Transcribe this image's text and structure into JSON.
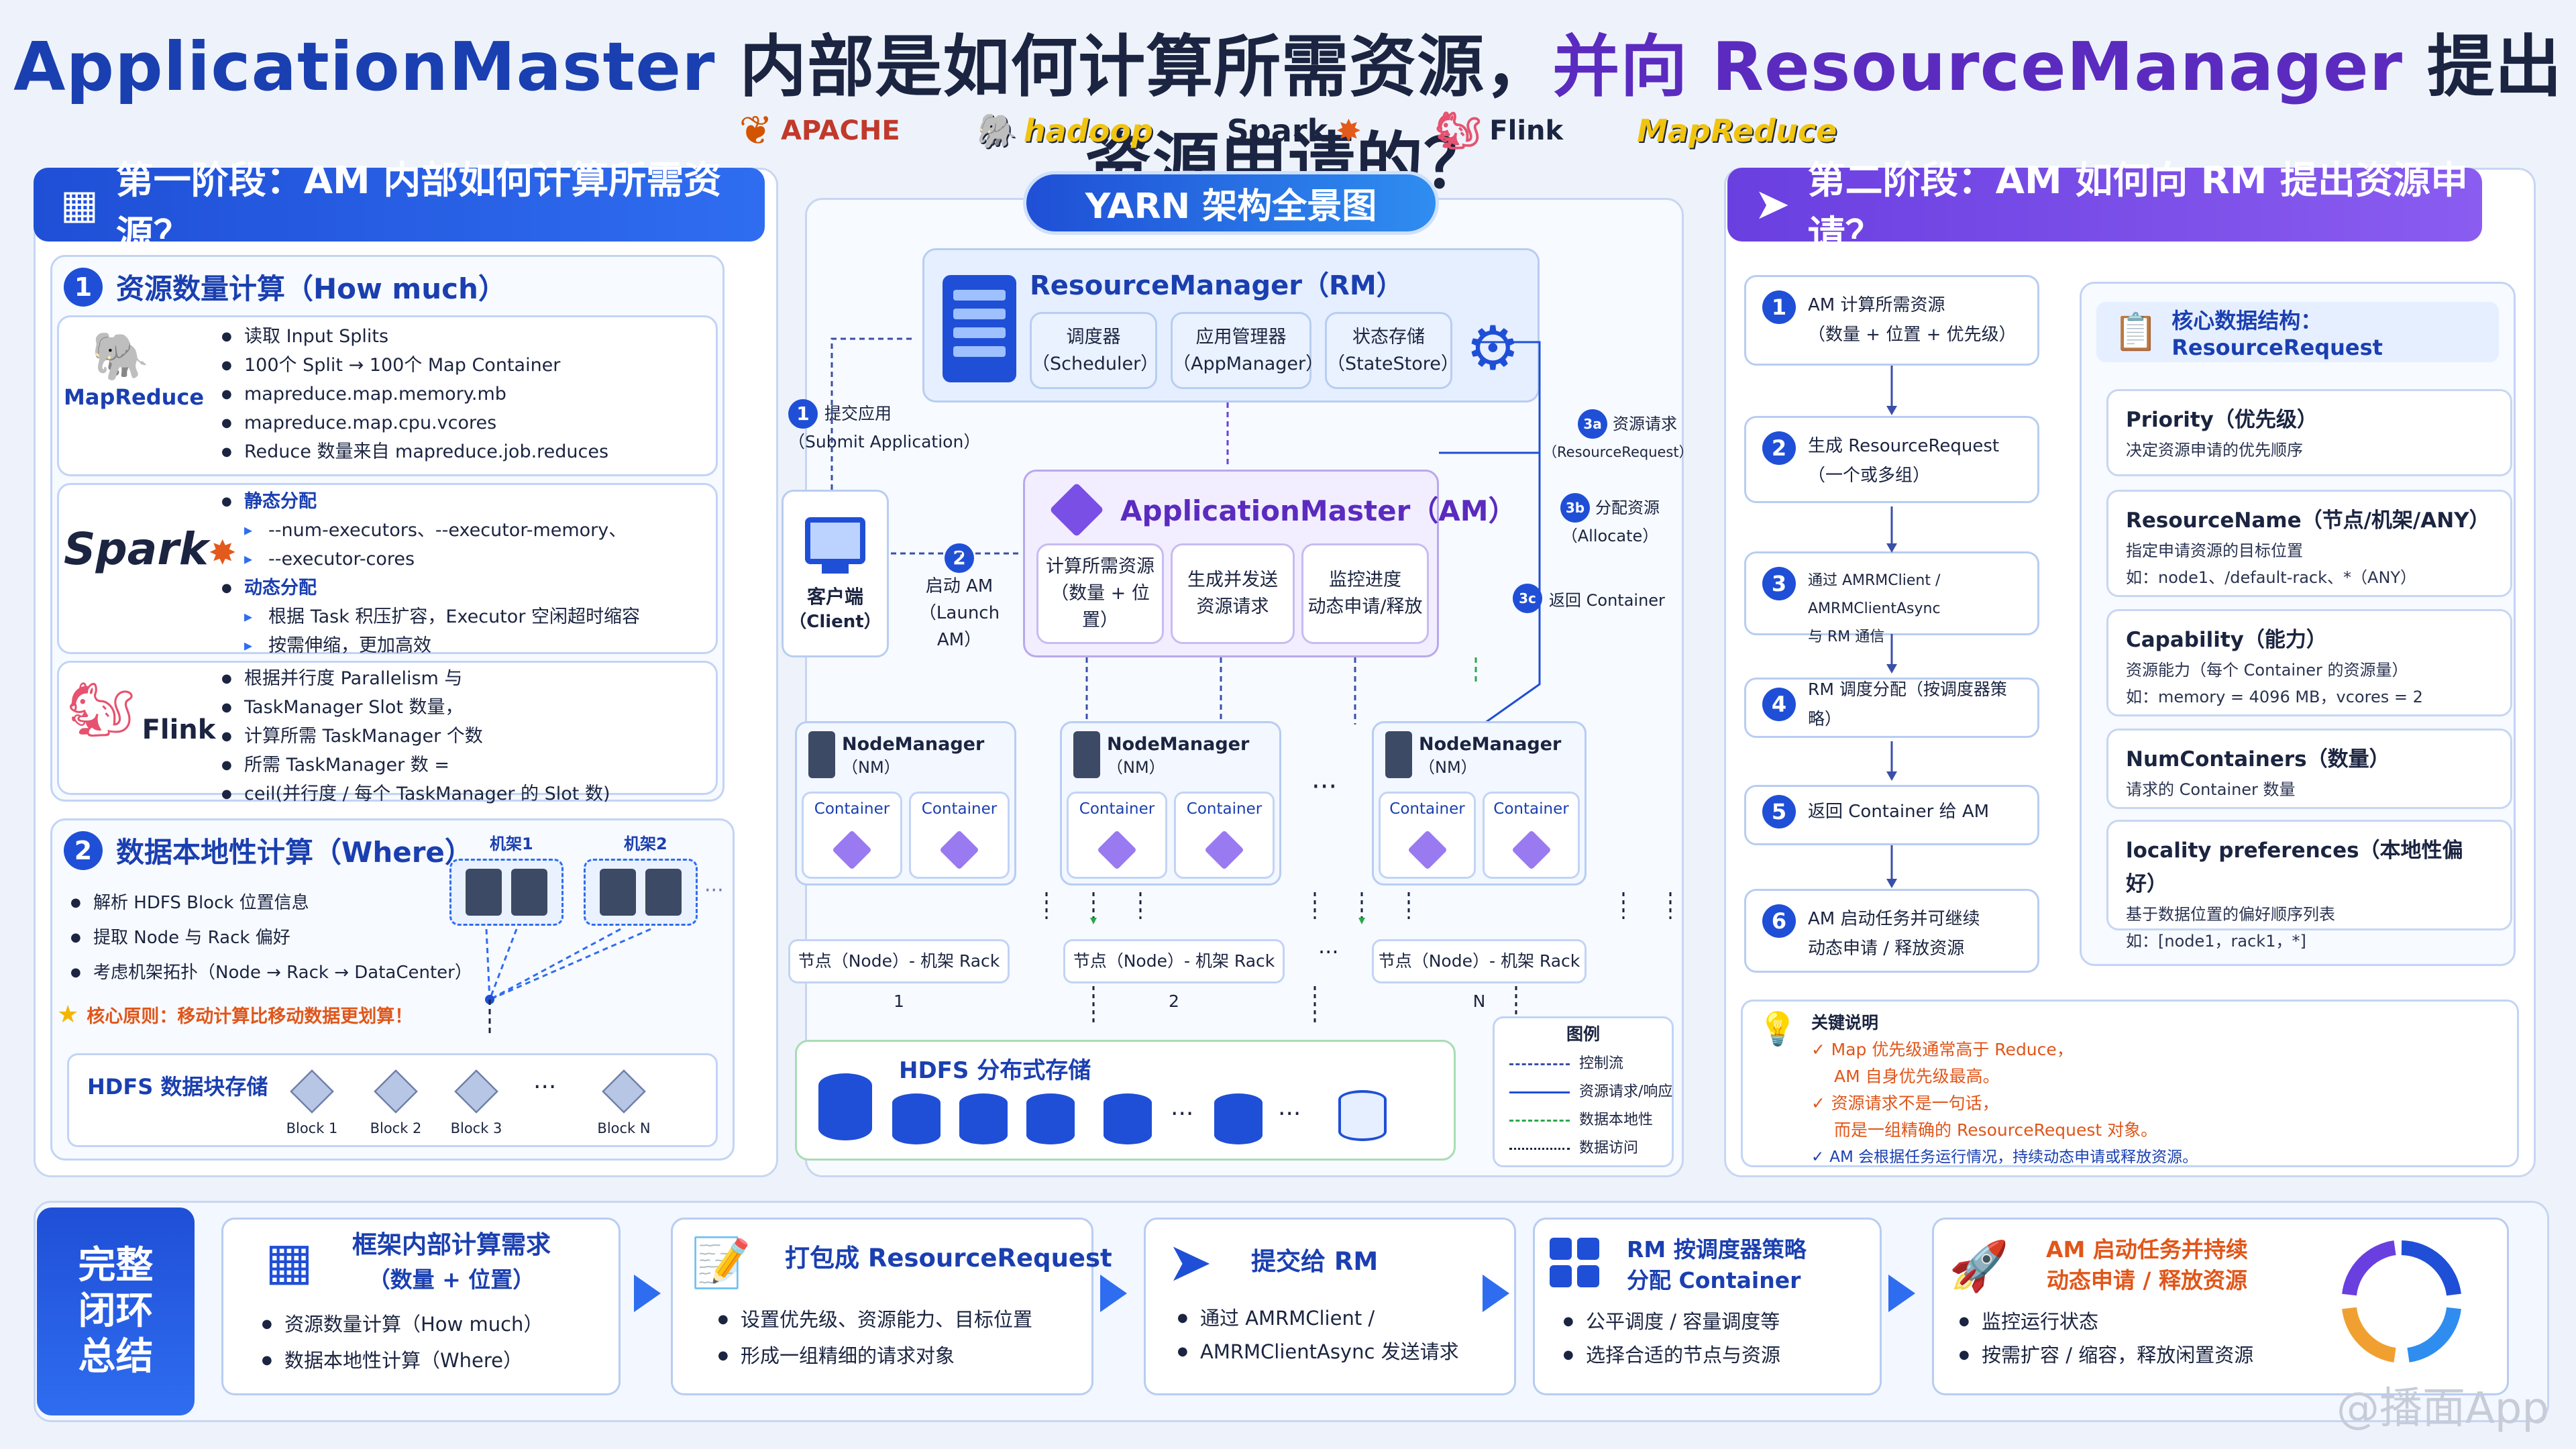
{
  "title": {
    "part1": "ApplicationMaster",
    "part2": " 内部是如何计算所需资源，",
    "part3": "并向 ResourceManager",
    "part4": " 提出资源申请的？"
  },
  "logos": [
    "APACHE",
    "hadoop",
    "Spark",
    "Flink",
    "MapReduce"
  ],
  "left": {
    "header": "第一阶段：AM 内部如何计算所需资源？",
    "s1": {
      "num": "1",
      "title": "资源数量计算（How much）",
      "mapreduce": {
        "label": "MapReduce",
        "items": [
          "读取 Input Splits",
          "100个 Split → 100个 Map Container",
          "mapreduce.map.memory.mb",
          "mapreduce.map.cpu.vcores",
          "Reduce 数量来自 mapreduce.job.reduces"
        ]
      },
      "spark": {
        "label": "Spark",
        "h1": "静态分配",
        "s1a": "--num-executors、--executor-memory、",
        "s1b": "--executor-cores",
        "h2": "动态分配",
        "s2a": "根据 Task 积压扩容，Executor 空闲超时缩容",
        "s2b": "按需伸缩，更加高效"
      },
      "flink": {
        "label": "Flink",
        "i1a": "根据并行度 Parallelism 与",
        "i1b": "TaskManager Slot 数量，",
        "i1c": "计算所需 TaskManager 个数",
        "i2a": "所需 TaskManager 数 =",
        "i2b": "ceil(并行度 / 每个 TaskManager 的 Slot 数)"
      }
    },
    "s2": {
      "num": "2",
      "title": "数据本地性计算（Where）",
      "rack1": "机架1",
      "rack2": "机架2",
      "items": [
        "解析 HDFS Block 位置信息",
        "提取 Node 与 Rack 偏好",
        "考虑机架拓扑（Node → Rack → DataCenter）"
      ],
      "principle": "核心原则：移动计算比移动数据更划算！",
      "hdfs_title": "HDFS 数据块存储",
      "blocks": [
        "Block 1",
        "Block 2",
        "Block 3",
        "Block N"
      ],
      "ellipsis": "···"
    }
  },
  "center": {
    "header": "YARN 架构全景图",
    "rm": {
      "title": "ResourceManager（RM）",
      "boxes": [
        [
          "调度器",
          "（Scheduler）"
        ],
        [
          "应用管理器",
          "（AppManager）"
        ],
        [
          "状态存储",
          "（StateStore）"
        ]
      ]
    },
    "am": {
      "title": "ApplicationMaster（AM）",
      "boxes": [
        [
          "计算所需资源",
          "（数量 + 位置）"
        ],
        [
          "生成并发送",
          "资源请求"
        ],
        [
          "监控进度",
          "动态申请/释放"
        ]
      ]
    },
    "client": {
      "l1": "客户端",
      "l2": "（Client）"
    },
    "step1": {
      "num": "1",
      "l1": "提交应用",
      "l2": "（Submit Application）"
    },
    "step2": {
      "num": "2",
      "l1": "启动 AM",
      "l2": "（Launch AM）"
    },
    "step3a": {
      "num": "3a",
      "l1": "资源请求",
      "l2": "（ResourceRequest）"
    },
    "step3b": {
      "num": "3b",
      "l1": "分配资源",
      "l2": "（Allocate）"
    },
    "step3c": {
      "num": "3c",
      "l1": "返回 Container"
    },
    "nm": {
      "title": "NodeManager",
      "sub": "（NM）",
      "container": "Container"
    },
    "racks": [
      "节点（Node）- 机架 Rack 1",
      "节点（Node）- 机架 Rack 2",
      "节点（Node）- 机架 Rack N"
    ],
    "ellipsis": "···",
    "hdfs": "HDFS 分布式存储",
    "legend": {
      "title": "图例",
      "items": [
        "控制流",
        "资源请求/响应",
        "数据本地性",
        "数据访问"
      ]
    }
  },
  "right": {
    "header": "第二阶段：AM 如何向 RM 提出资源申请？",
    "steps": [
      {
        "num": "1",
        "l1": "AM 计算所需资源",
        "l2": "（数量 + 位置 + 优先级）"
      },
      {
        "num": "2",
        "l1": "生成 ResourceRequest",
        "l2": "（一个或多组）"
      },
      {
        "num": "3",
        "l1": "通过 AMRMClient / AMRMClientAsync",
        "l2": "与 RM 通信"
      },
      {
        "num": "4",
        "l1": "RM 调度分配（按调度器策略）",
        "l2": ""
      },
      {
        "num": "5",
        "l1": "返回 Container 给 AM",
        "l2": ""
      },
      {
        "num": "6",
        "l1": "AM 启动任务并可继续",
        "l2": "动态申请 / 释放资源"
      }
    ],
    "rr_title": "核心数据结构：ResourceRequest",
    "rr": [
      {
        "t": "Priority（优先级）",
        "d1": "决定资源申请的优先顺序",
        "d2": ""
      },
      {
        "t": "ResourceName（节点/机架/ANY）",
        "d1": "指定申请资源的目标位置",
        "d2": "如：node1、/default-rack、*（ANY）"
      },
      {
        "t": "Capability（能力）",
        "d1": "资源能力（每个 Container 的资源量）",
        "d2": "如：memory = 4096 MB，vcores = 2"
      },
      {
        "t": "NumContainers（数量）",
        "d1": "请求的 Container 数量",
        "d2": ""
      },
      {
        "t": "locality preferences（本地性偏好）",
        "d1": "基于数据位置的偏好顺序列表",
        "d2": "如：[node1，rack1，*]"
      }
    ],
    "key": {
      "title": "关键说明",
      "k1a": "Map 优先级通常高于 Reduce，",
      "k1b": "AM 自身优先级最高。",
      "k2a": "资源请求不是一句话，",
      "k2b": "而是一组精确的 ResourceRequest 对象。",
      "k3": "AM 会根据任务运行情况，持续动态申请或释放资源。"
    }
  },
  "bottom": {
    "label": [
      "完整",
      "闭环",
      "总结"
    ],
    "cards": [
      {
        "t1": "框架内部计算需求",
        "t2": "（数量 + 位置）",
        "items": [
          "资源数量计算（How much）",
          "数据本地性计算（Where）"
        ]
      },
      {
        "t1": "打包成 ResourceRequest",
        "t2": "",
        "items": [
          "设置优先级、资源能力、目标位置",
          "形成一组精细的请求对象"
        ]
      },
      {
        "t1": "提交给 RM",
        "t2": "",
        "items": [
          "通过 AMRMClient /",
          "AMRMClientAsync 发送请求"
        ]
      },
      {
        "t1": "RM 按调度器策略",
        "t2": "分配 Container",
        "items": [
          "公平调度 / 容量调度等",
          "选择合适的节点与资源"
        ]
      },
      {
        "t1": "AM 启动任务并持续",
        "t2": "动态申请 / 释放资源",
        "items": [
          "监控运行状态",
          "按需扩容 / 缩容，释放闲置资源"
        ]
      }
    ]
  },
  "watermark": "@播面App",
  "colors": {
    "primary": "#1f4fd6",
    "purple": "#6a3fe0",
    "orange": "#e0561a",
    "green": "#2aa84a"
  }
}
